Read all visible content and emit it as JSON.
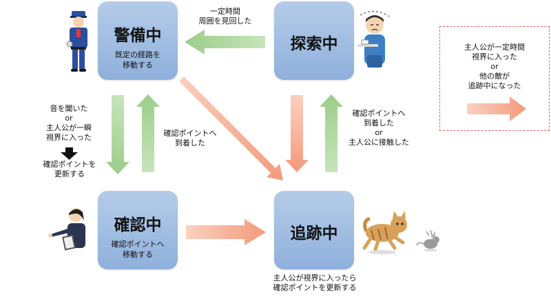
{
  "states": {
    "guard": {
      "title": "警備中",
      "desc": "既定の経路を\n移動する"
    },
    "search": {
      "title": "探索中",
      "desc": ""
    },
    "confirm": {
      "title": "確認中",
      "desc": "確認ポイントへ\n移動する"
    },
    "chase": {
      "title": "追跡中",
      "desc": ""
    }
  },
  "transitions": {
    "search_to_guard": "一定時間\n周囲を見回した",
    "guard_to_confirm": "音を聞いた\nor\n主人公が一瞬\n視界に入った",
    "guard_to_confirm_extra": "確認ポイントを\n更新する",
    "confirm_to_guard": "確認ポイントへ\n到着した",
    "chase_to_search": "確認ポイントへ\n到着した\nor\n主人公に接触した",
    "chase_note": "主人公が視界に入ったら\n確認ポイントを更新する"
  },
  "legend": {
    "text": "主人公が一定時間\n視界に入った\nor\n他の敵が\n追跡中になった"
  },
  "colors": {
    "state_fill": "#9dbbe2",
    "green_arrow": "#a8d39a",
    "orange_arrow": "#f4a88c",
    "legend_border": "#e06060"
  },
  "icons": [
    "guard-person-icon",
    "tired-person-icon",
    "pointing-person-icon",
    "cat-chasing-mouse-icon"
  ]
}
